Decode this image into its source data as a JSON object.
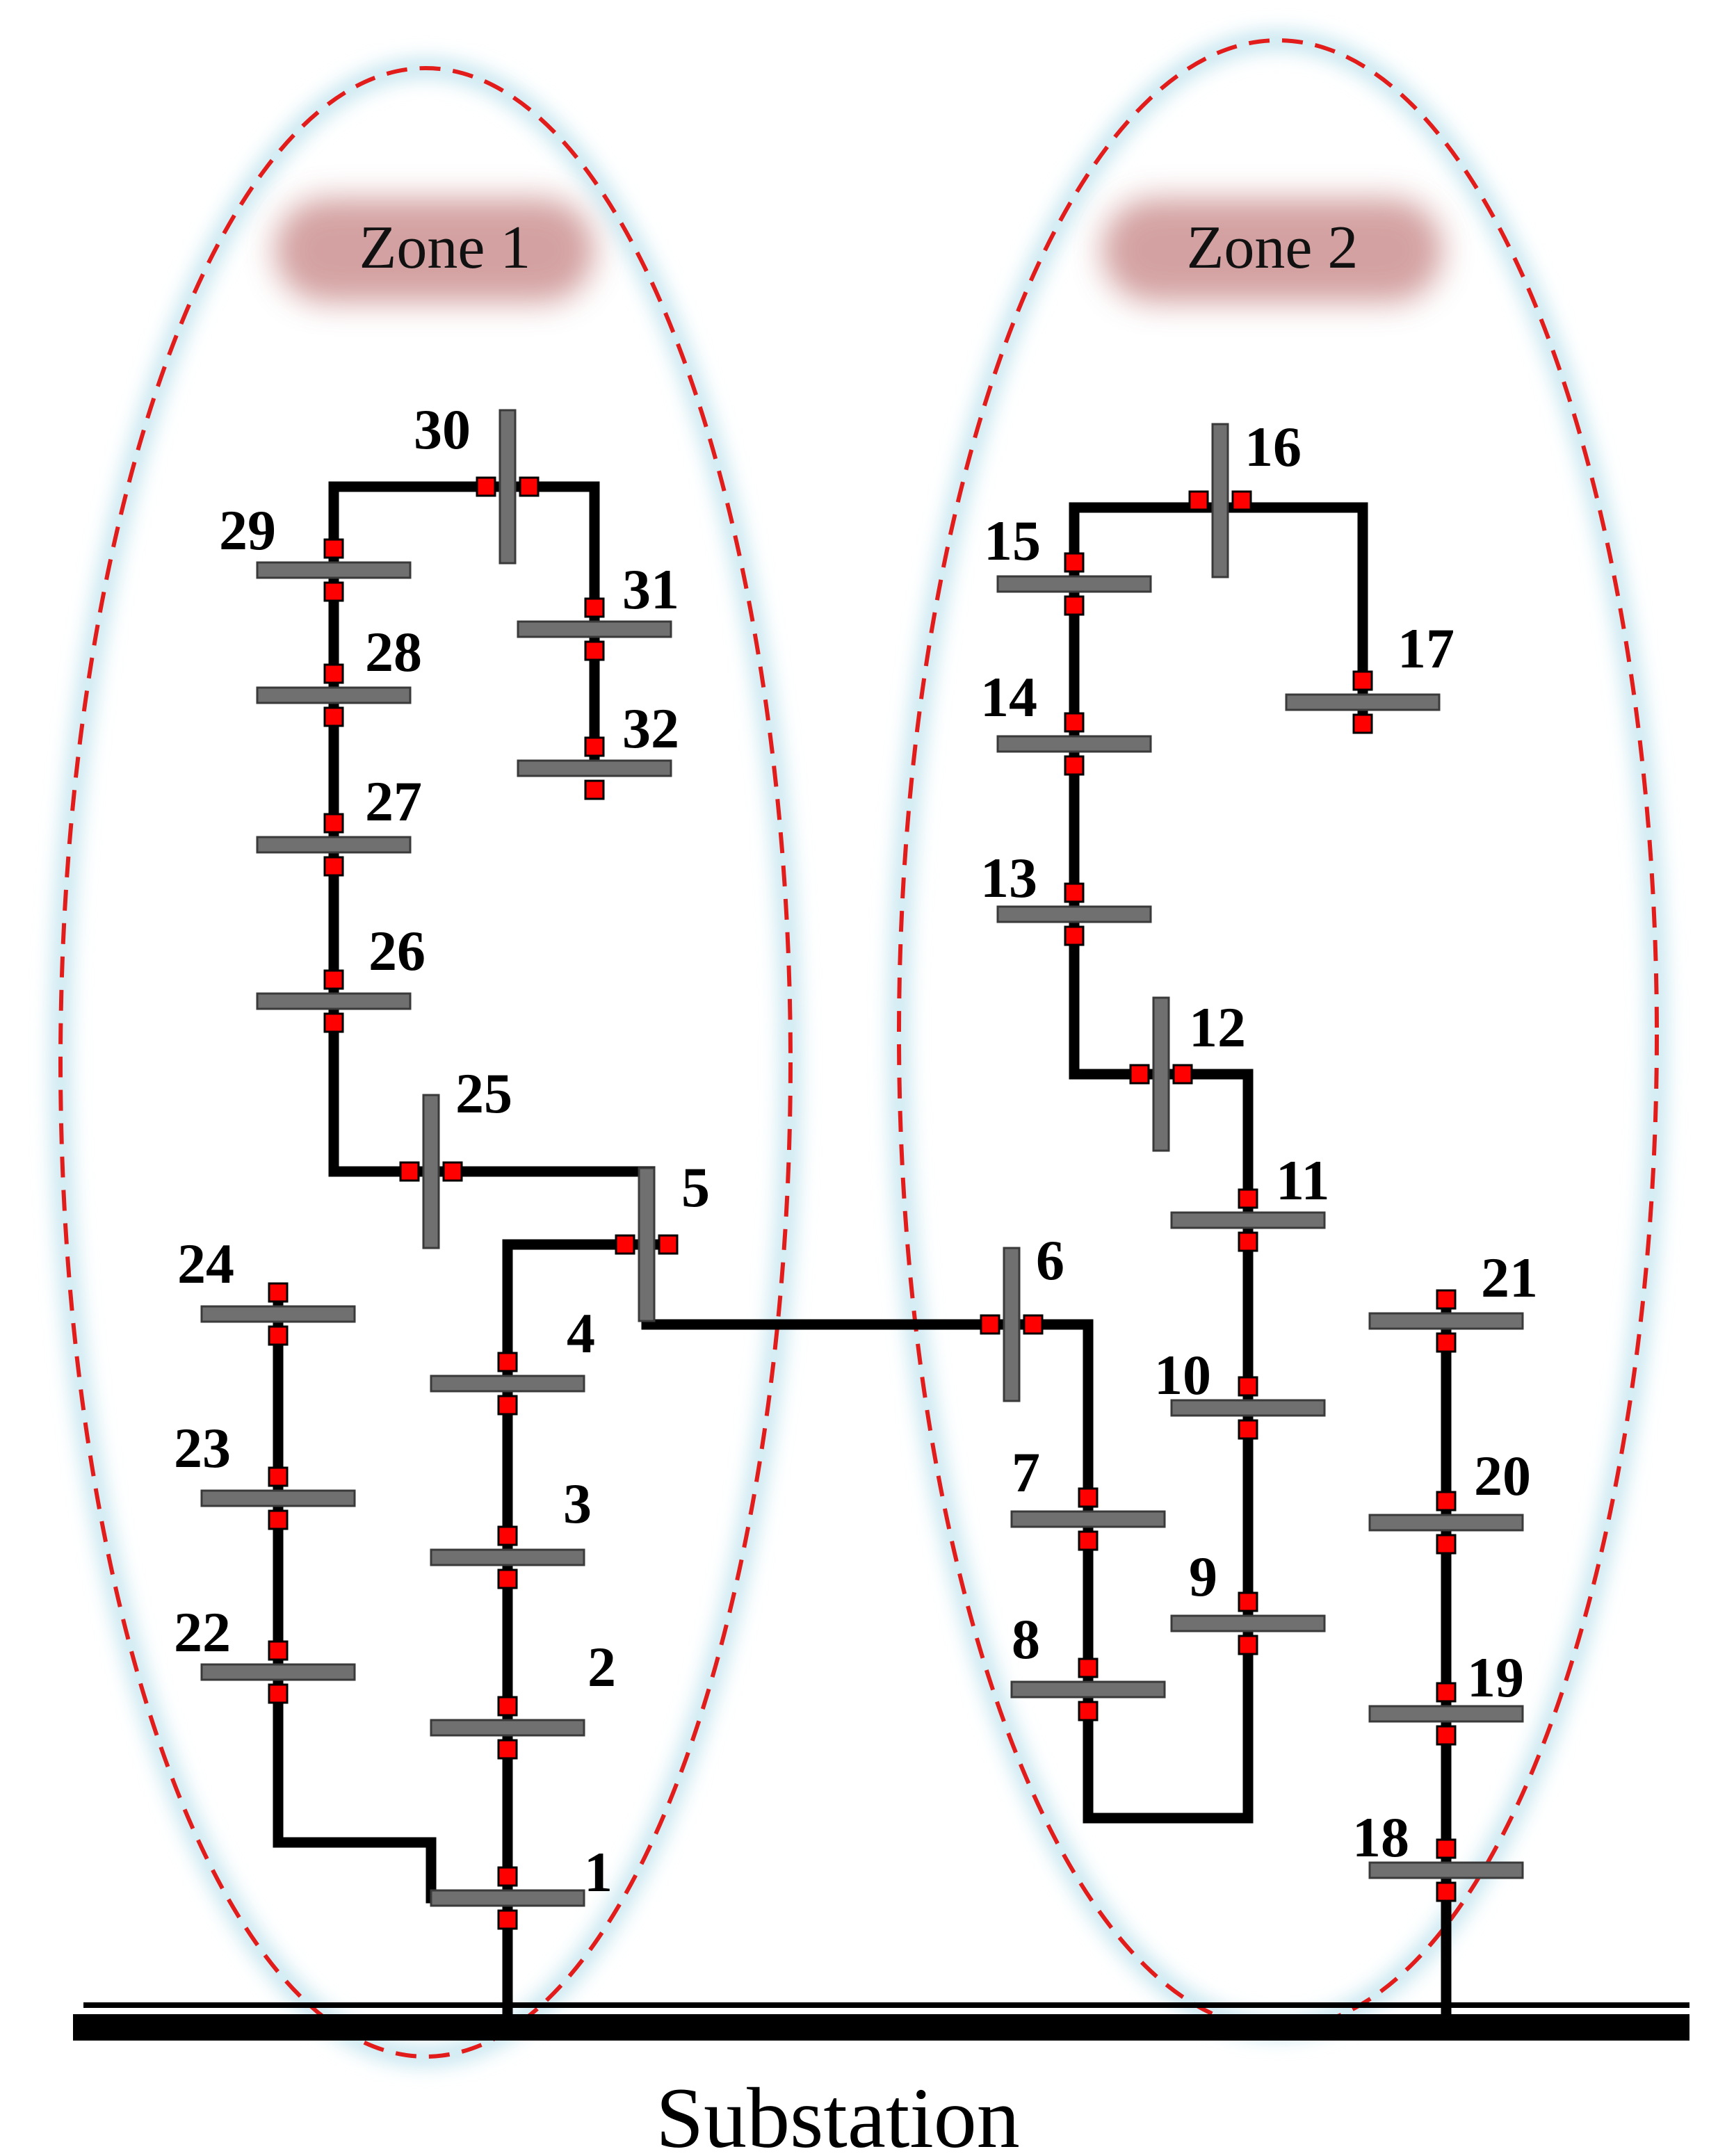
{
  "zones": [
    {
      "id": "zone-1",
      "label": "Zone 1"
    },
    {
      "id": "zone-2",
      "label": "Zone 2"
    }
  ],
  "substation": {
    "label": "Substation"
  },
  "colors": {
    "zone_boundary": "#e21b1b",
    "zone_glow": "#bfe3ee",
    "zone_label_bg": "#c98a8a",
    "line": "#000000",
    "bus": "#707070",
    "switch": "#ff0000"
  },
  "buses": [
    "1",
    "2",
    "3",
    "4",
    "5",
    "6",
    "7",
    "8",
    "9",
    "10",
    "11",
    "12",
    "13",
    "14",
    "15",
    "16",
    "17",
    "18",
    "19",
    "20",
    "21",
    "22",
    "23",
    "24",
    "25",
    "26",
    "27",
    "28",
    "29",
    "30",
    "31",
    "32"
  ]
}
